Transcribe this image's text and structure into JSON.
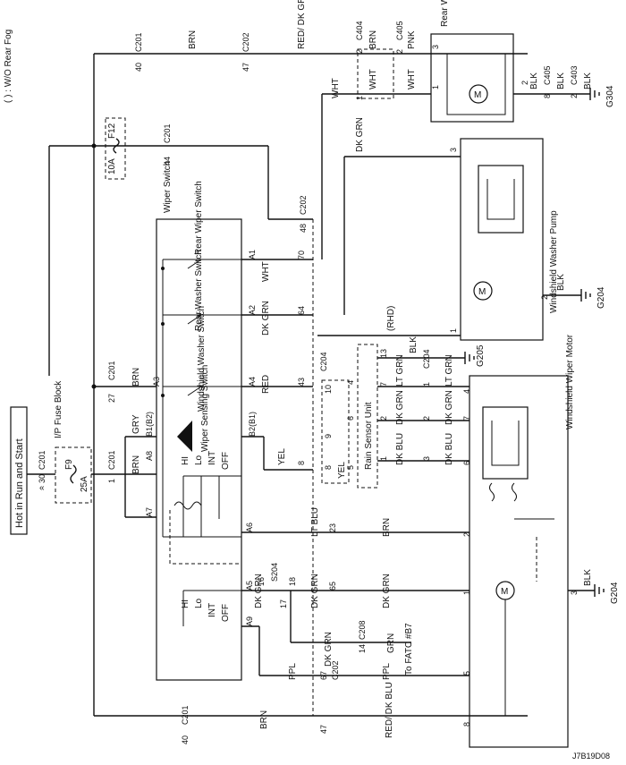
{
  "diagram": {
    "note": "( ) : W/O Rear Fog",
    "figure_id": "J7B19D08",
    "power": {
      "label": "Hot in Run and Start"
    },
    "fuse_block": {
      "label": "I/P Fuse Block",
      "f9": "F9",
      "f9_rating": "25A",
      "f12": "F12",
      "f12_rating": "10A"
    },
    "connectors": {
      "c201": "C201",
      "c202": "C202",
      "c204": "C204",
      "c208": "C208",
      "c403": "C403",
      "c404": "C404",
      "c405": "C405",
      "s204": "S204"
    },
    "components": {
      "wiper_switch": "Wiper Switch",
      "rear_wiper_switch": "Rear Wiper Switch",
      "rear_washer_switch": "Rear Washer Switch",
      "windshield_washer_switch": "Windshield Washer Switch",
      "wiper_sensing_switch": "Wiper Sensing Switch",
      "rain_sensor": "Rain Sensor Unit",
      "rear_wiper_motor": "Rear Wiper Motor",
      "windshield_washer_pump": "Windshield Washer Pump",
      "windshield_wiper_motor": "Windshield Wiper Motor",
      "to_fatc": "To FATC #B7",
      "rhd": "(RHD)"
    },
    "grounds": {
      "g304": "G304",
      "g204_a": "G204",
      "g204_b": "G204",
      "g205": "G205"
    },
    "switch_pins": {
      "a1": "A1",
      "a2": "A2",
      "a3": "A3",
      "a4": "A4",
      "a5": "A5",
      "a6": "A6",
      "a7": "A7",
      "a8": "A8",
      "a9": "A9",
      "b1": "B1(B2)",
      "b2": "B2(B1)",
      "hi": "HI",
      "lo": "Lo",
      "int": "INT",
      "off": "OFF"
    },
    "wires": {
      "brn": "BRN",
      "gry": "GRY",
      "wht": "WHT",
      "red": "RED",
      "yel": "YEL",
      "dk_grn": "DK GRN",
      "lt_blu": "LT BLU",
      "ppl": "PPL",
      "pnk": "PNK",
      "blk": "BLK",
      "grn": "GRN",
      "red_dk_grn": "RED/ DK GRN",
      "red_dk_blu": "RED/ DK BLU",
      "lt_grn": "LT GRN",
      "dk_blu": "DK BLU"
    },
    "pins": {
      "n1": "1",
      "n2": "2",
      "n3": "3",
      "n4": "4",
      "n5": "5",
      "n6": "6",
      "n7": "7",
      "n8": "8",
      "n9": "9",
      "n10": "10",
      "n13": "13",
      "n14": "14",
      "n16": "16",
      "n17": "17",
      "n18": "18",
      "n23": "23",
      "n27": "27",
      "n30": "30",
      "n40": "40",
      "n43": "43",
      "n44": "44",
      "n47": "47",
      "n48": "48",
      "n64": "64",
      "n65": "65",
      "n67": "67",
      "n70": "70"
    }
  }
}
